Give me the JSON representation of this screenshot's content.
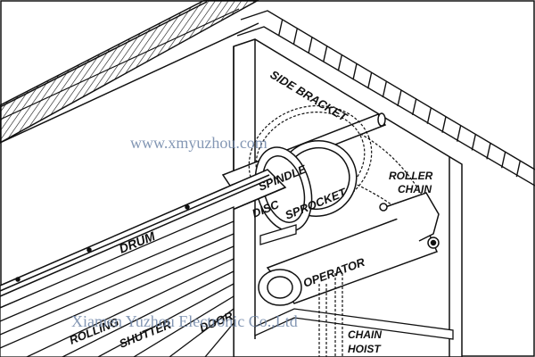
{
  "labels": {
    "side_bracket": "SIDE BRACKET",
    "roller_chain_line1": "ROLLER",
    "roller_chain_line2": "CHAIN",
    "spindle": "SPINDLE",
    "disc": "DISC",
    "sprocket": "SPROCKET",
    "drum": "DRUM",
    "operator": "OPERATOR",
    "chain_hoist_line1": "CHAIN",
    "chain_hoist_line2": "HOIST",
    "rolling": "ROLLING",
    "shutter": "SHUTTER",
    "door": "DOOR"
  },
  "watermarks": {
    "url": "www.xmyuzhou.com",
    "company": "Xiamen Yuzhou Electronic Co.,Ltd"
  },
  "colors": {
    "line": "#111111",
    "background": "#ffffff",
    "watermark": "#6f86a8"
  }
}
